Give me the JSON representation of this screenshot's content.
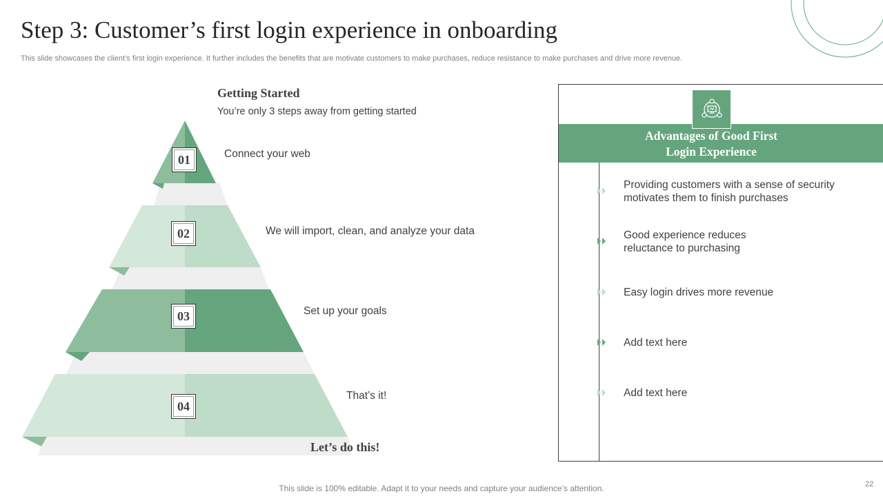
{
  "slide": {
    "title": "Step 3: Customer’s first login experience in onboarding",
    "subtitle": "This slide showcases the client’s first login experience. It further includes the benefits that are motivate customers to make purchases, reduce resistance to make purchases and drive more revenue.",
    "footer": "This slide is 100% editable. Adapt it to your needs and capture your audience’s attention.",
    "page_number": "22"
  },
  "getting_started": {
    "heading": "Getting Started",
    "subheading": "You’re only 3 steps away from getting started",
    "steps": [
      {
        "number": "01",
        "label": "Connect your web"
      },
      {
        "number": "02",
        "label": "We will import, clean, and analyze your data"
      },
      {
        "number": "03",
        "label": "Set up your goals"
      },
      {
        "number": "04",
        "label": "That’s it!"
      }
    ],
    "closing": "Let’s do this!"
  },
  "advantages": {
    "title_line1": "Advantages of Good First",
    "title_line2": "Login Experience",
    "icon": "network-devices-icon",
    "items": [
      {
        "text": "Providing customers with a sense of security motivates them to finish purchases",
        "marker_color": "#bfdcc8"
      },
      {
        "text": "Good experience reduces reluctance to purchasing",
        "marker_color": "#65a57d"
      },
      {
        "text": "Easy login drives more revenue",
        "marker_color": "#bfdcc8"
      },
      {
        "text": "Add text here",
        "marker_color": "#65a57d"
      },
      {
        "text": "Add text here",
        "marker_color": "#bfdcc8"
      }
    ]
  },
  "colors": {
    "accent": "#65a57d",
    "accent_mid": "#8dbd9d",
    "accent_light": "#bfdcc8",
    "accent_pale": "#d3e7da",
    "band_grey": "#efefef"
  }
}
